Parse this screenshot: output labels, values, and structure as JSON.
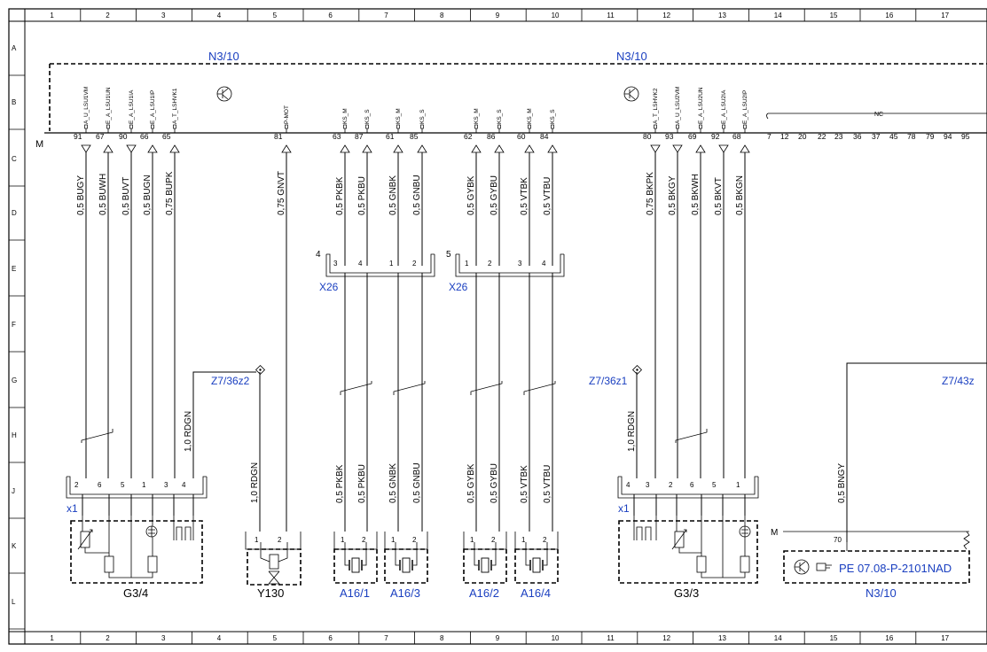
{
  "frame": {
    "columns": [
      "1",
      "2",
      "3",
      "4",
      "5",
      "6",
      "7",
      "8",
      "9",
      "10",
      "11",
      "12",
      "13",
      "14",
      "15",
      "16",
      "17"
    ],
    "rows": [
      "A",
      "B",
      "C",
      "D",
      "E",
      "F",
      "G",
      "H",
      "J",
      "K",
      "L"
    ]
  },
  "control_unit": {
    "label_left": "N3/10",
    "label_right": "N3/10",
    "ground_label": "M",
    "pins": [
      {
        "num": "91",
        "sig": "A_U_LSU1VM"
      },
      {
        "num": "67",
        "sig": "E_A_LSU1UN"
      },
      {
        "num": "90",
        "sig": "E_A_LSU1IA"
      },
      {
        "num": "66",
        "sig": "E_A_LSU1IP"
      },
      {
        "num": "65",
        "sig": "A_T_LSHVK1"
      },
      {
        "num": "81",
        "sig": "P-MOT"
      },
      {
        "num": "63",
        "sig": "KS_M"
      },
      {
        "num": "87",
        "sig": "KS_S"
      },
      {
        "num": "61",
        "sig": "KS_M"
      },
      {
        "num": "85",
        "sig": "KS_S"
      },
      {
        "num": "62",
        "sig": "KS_M"
      },
      {
        "num": "86",
        "sig": "KS_S"
      },
      {
        "num": "60",
        "sig": "KS_M"
      },
      {
        "num": "84",
        "sig": "KS_S"
      },
      {
        "num": "80",
        "sig": "A_T_LSHVK2"
      },
      {
        "num": "93",
        "sig": "A_U_LSU2VM"
      },
      {
        "num": "69",
        "sig": "E_A_LSU2UN"
      },
      {
        "num": "92",
        "sig": "E_A_LSU2IA"
      },
      {
        "num": "68",
        "sig": "E_A_LSU2IP"
      }
    ],
    "nc_label": "NC",
    "nc_pins": [
      "7",
      "12",
      "20",
      "22",
      "23",
      "36",
      "37",
      "45",
      "78",
      "79",
      "94",
      "95"
    ]
  },
  "wires": [
    {
      "label": "0,5 BUGY"
    },
    {
      "label": "0,5 BUWH"
    },
    {
      "label": "0,5 BUVT"
    },
    {
      "label": "0,5 BUGN"
    },
    {
      "label": "0,75 BUPK"
    },
    {
      "label": "0,75 GNVT"
    },
    {
      "label": "0,5 PKBK"
    },
    {
      "label": "0,5 PKBU"
    },
    {
      "label": "0,5 GNBK"
    },
    {
      "label": "0,5 GNBU"
    },
    {
      "label": "0,5 GYBK"
    },
    {
      "label": "0,5 GYBU"
    },
    {
      "label": "0,5 VTBK"
    },
    {
      "label": "0,5 VTBU"
    },
    {
      "label": "0,75 BKPK"
    },
    {
      "label": "0,5 BKGY"
    },
    {
      "label": "0,5 BKWH"
    },
    {
      "label": "0,5 BKVT"
    },
    {
      "label": "0,5 BKGN"
    }
  ],
  "lower_wires": [
    {
      "label": "1,0 RDGN"
    },
    {
      "label": "1,0 RDGN"
    },
    {
      "label": "0,5 PKBK"
    },
    {
      "label": "0,5 PKBU"
    },
    {
      "label": "0,5 GNBK"
    },
    {
      "label": "0,5 GNBU"
    },
    {
      "label": "0,5 GYBK"
    },
    {
      "label": "0,5 GYBU"
    },
    {
      "label": "0,5 VTBK"
    },
    {
      "label": "0,5 VTBU"
    },
    {
      "label": "1,0 RDGN"
    },
    {
      "label": "0,5 BNGY"
    }
  ],
  "connectors_x26": [
    {
      "num": "4",
      "name": "X26",
      "pins": [
        "3",
        "4",
        "1",
        "2"
      ]
    },
    {
      "num": "5",
      "name": "X26",
      "pins": [
        "1",
        "2",
        "3",
        "4"
      ]
    }
  ],
  "splices": [
    "Z7/36z2",
    "Z7/36z1",
    "Z7/43z"
  ],
  "connector_left": {
    "name": "x1",
    "pins": [
      "2",
      "6",
      "5",
      "1",
      "3",
      "4"
    ]
  },
  "connector_right": {
    "name": "x1",
    "pins": [
      "4",
      "3",
      "2",
      "6",
      "5",
      "1"
    ]
  },
  "components": {
    "g34": "G3/4",
    "g33": "G3/3",
    "y130": "Y130",
    "a161": "A16/1",
    "a163": "A16/3",
    "a162": "A16/2",
    "a164": "A16/4",
    "n310_bottom": "N3/10"
  },
  "small_pins": {
    "one": "1",
    "two": "2"
  },
  "ref_box": {
    "ground": "M",
    "pin": "70",
    "ref": "PE 07.08-P-2101NAD"
  }
}
